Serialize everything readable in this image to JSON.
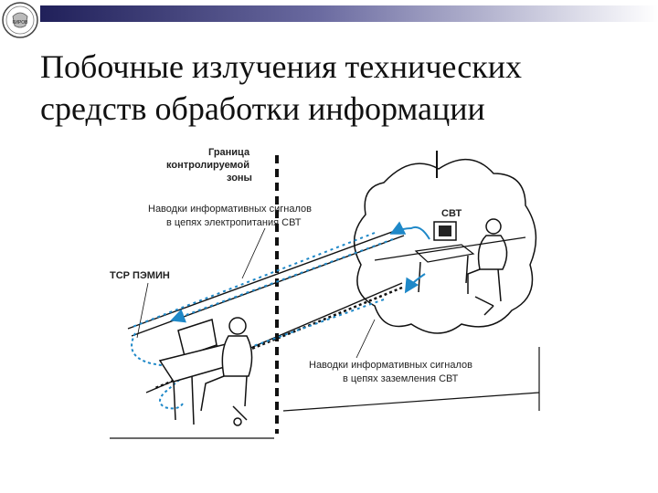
{
  "slide": {
    "title_line1": "Побочные излучения технических",
    "title_line2": "средств обработки информации"
  },
  "logo": {
    "text": "КИРОВ"
  },
  "diagram": {
    "labels": {
      "boundary_line1": "Граница",
      "boundary_line2": "контролируемой",
      "boundary_line3": "зоны",
      "power_line1": "Наводки информативных сигналов",
      "power_line2": "в цепях электропитания СВТ",
      "tsr": "ТСР ПЭМИН",
      "svt": "СВТ",
      "ground_line1": "Наводки информативных сигналов",
      "ground_line2": "в цепях заземления СВТ"
    },
    "colors": {
      "signal": "#1e88c8",
      "ink": "#111111"
    }
  }
}
